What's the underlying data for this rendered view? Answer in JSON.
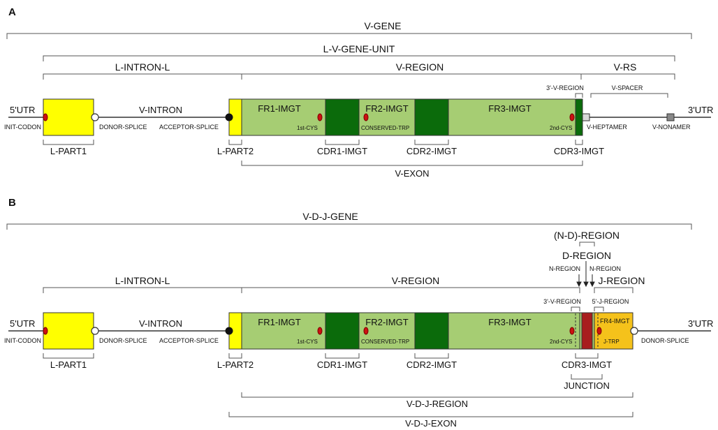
{
  "colors": {
    "leader": "#ffff00",
    "framework": "#a6cd73",
    "cdr": "#0b6b0b",
    "d_region": "#a81e1e",
    "fr4": "#f5c21b",
    "cys_marker": "#cc1111",
    "heptamer": "#d9d9d9",
    "nonamer": "#888888"
  },
  "panelA": {
    "letter": "A",
    "v_gene": "V-GENE",
    "l_v_gene_unit": "L-V-GENE-UNIT",
    "l_intron_l": "L-INTRON-L",
    "v_region": "V-REGION",
    "v_rs": "V-RS",
    "three_v_region": "3'-V-REGION",
    "v_spacer": "V-SPACER",
    "utr5": "5'UTR",
    "utr3": "3'UTR",
    "init_codon": "INIT-CODON",
    "donor_splice": "DONOR-SPLICE",
    "v_intron": "V-INTRON",
    "acceptor_splice": "ACCEPTOR-SPLICE",
    "fr1": "FR1-IMGT",
    "fr2": "FR2-IMGT",
    "fr3": "FR3-IMGT",
    "cys1": "1st-CYS",
    "trp": "CONSERVED-TRP",
    "cys2": "2nd-CYS",
    "v_heptamer": "V-HEPTAMER",
    "v_nonamer": "V-NONAMER",
    "l_part1": "L-PART1",
    "l_part2": "L-PART2",
    "cdr1": "CDR1-IMGT",
    "cdr2": "CDR2-IMGT",
    "cdr3": "CDR3-IMGT",
    "v_exon": "V-EXON"
  },
  "panelB": {
    "letter": "B",
    "vdj_gene": "V-D-J-GENE",
    "nd_region": "(N-D)-REGION",
    "d_region": "D-REGION",
    "n_region_1": "N-REGION",
    "n_region_2": "N-REGION",
    "l_intron_l": "L-INTRON-L",
    "v_region": "V-REGION",
    "j_region": "J-REGION",
    "three_v_region": "3'-V-REGION",
    "five_j_region": "5'-J-REGION",
    "utr5": "5'UTR",
    "utr3": "3'UTR",
    "init_codon": "INIT-CODON",
    "donor_splice_1": "DONOR-SPLICE",
    "v_intron": "V-INTRON",
    "acceptor_splice": "ACCEPTOR-SPLICE",
    "fr1": "FR1-IMGT",
    "fr2": "FR2-IMGT",
    "fr3": "FR3-IMGT",
    "fr4": "FR4-IMGT",
    "cys1": "1st-CYS",
    "trp": "CONSERVED-TRP",
    "cys2": "2nd-CYS",
    "j_trp": "J-TRP",
    "donor_splice_2": "DONOR-SPLICE",
    "l_part1": "L-PART1",
    "l_part2": "L-PART2",
    "cdr1": "CDR1-IMGT",
    "cdr2": "CDR2-IMGT",
    "cdr3": "CDR3-IMGT",
    "junction": "JUNCTION",
    "vdj_region": "V-D-J-REGION",
    "vdj_exon": "V-D-J-EXON"
  }
}
